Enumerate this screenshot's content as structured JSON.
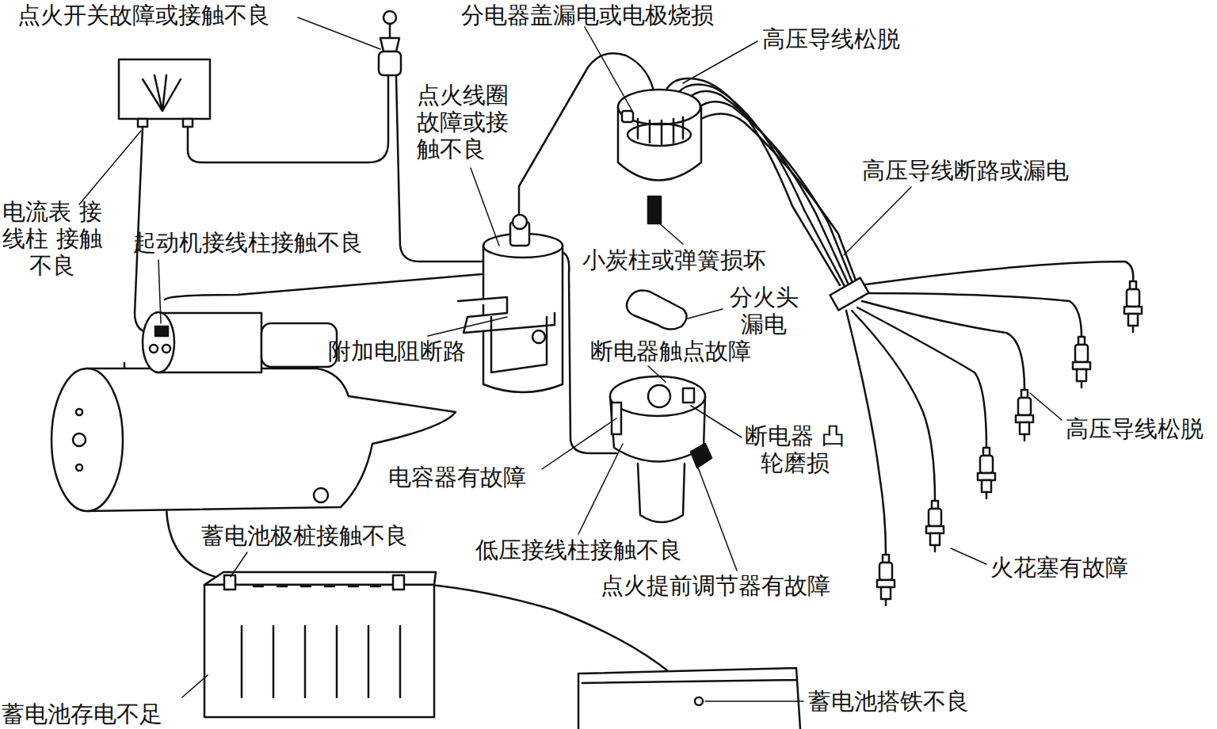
{
  "diagram": {
    "labels": [
      "点火开关故障或接触不良",
      "分电器盖漏电或电极烧损",
      "高压导线松脱",
      "点火线圈 故障或接 触不良",
      "电流表 接线柱 接触不良",
      "起动机接线柱接触不良",
      "高压导线断路或漏电",
      "小炭柱或弹簧损坏",
      "分火头 漏电",
      "附加电阻断路",
      "断电器触点故障",
      "断电器 凸轮磨损",
      "电容器有故障",
      "高压导线松脱",
      "低压接线柱接触不良",
      "点火提前调节器有故障",
      "蓄电池极桩接触不良",
      "火花塞有故障",
      "蓄电池存电不足",
      "蓄电池搭铁不良"
    ]
  }
}
